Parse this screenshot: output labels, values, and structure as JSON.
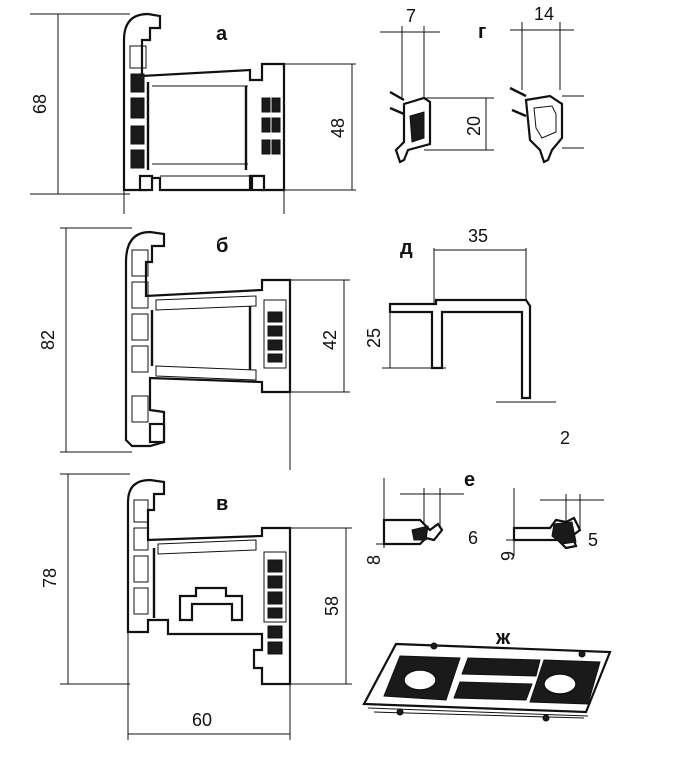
{
  "figure": {
    "labels": {
      "a": "а",
      "b": "б",
      "v": "в",
      "g": "г",
      "d": "д",
      "e": "е",
      "zh": "ж"
    },
    "dimensions": {
      "a_height": "68",
      "a_inner": "48",
      "b_height": "82",
      "b_inner": "42",
      "v_height": "78",
      "v_inner": "58",
      "v_width": "60",
      "g_left_width": "7",
      "g_left_height": "20",
      "g_right_width": "14",
      "d_width": "35",
      "d_height": "25",
      "d_number": "2",
      "e_left_height": "8",
      "e_left_width": "6",
      "e_right_height": "9",
      "e_right_width": "5"
    }
  }
}
